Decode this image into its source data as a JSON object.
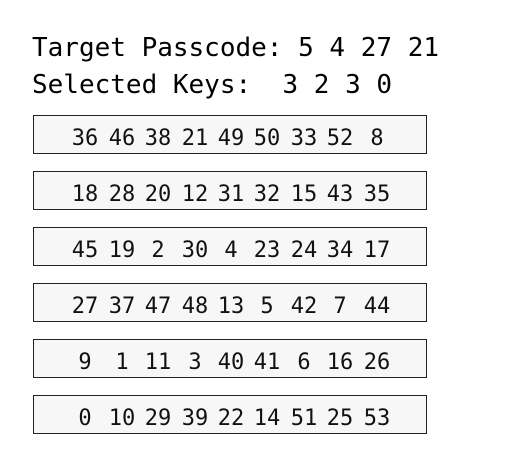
{
  "header": {
    "target_label": "Target Passcode:",
    "target_digits": [
      "5",
      "4",
      "27",
      "21"
    ],
    "selected_label": "Selected Keys:",
    "selected_digits": [
      "3",
      "2",
      "3",
      "0"
    ]
  },
  "keypad": {
    "rows": [
      [
        "36",
        "46",
        "38",
        "21",
        "49",
        "50",
        "33",
        "52",
        "8"
      ],
      [
        "18",
        "28",
        "20",
        "12",
        "31",
        "32",
        "15",
        "43",
        "35"
      ],
      [
        "45",
        "19",
        "2",
        "30",
        "4",
        "23",
        "24",
        "34",
        "17"
      ],
      [
        "27",
        "37",
        "47",
        "48",
        "13",
        "5",
        "42",
        "7",
        "44"
      ],
      [
        "9",
        "1",
        "11",
        "3",
        "40",
        "41",
        "6",
        "16",
        "26"
      ],
      [
        "0",
        "10",
        "29",
        "39",
        "22",
        "14",
        "51",
        "25",
        "53"
      ]
    ]
  }
}
